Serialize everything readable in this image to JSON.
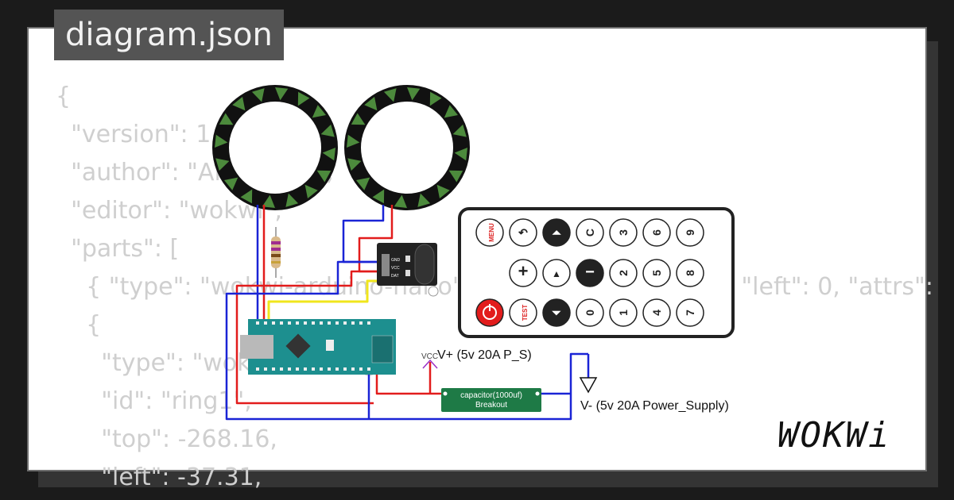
{
  "header": {
    "title": "diagram.json"
  },
  "code_lines": [
    "{",
    "  \"version\": 1,",
    "  \"author\": \"Ali Rashid\",",
    "  \"editor\": \"wokwi\",",
    "  \"parts\": [",
    "    { \"type\": \"wokwi-arduino-nano\", \"id\": \"nano\", \"top\": 0, \"left\": 0, \"attrs\":",
    "    {",
    "      \"type\": \"wokwi-led-ring\",",
    "      \"id\": \"ring1\",",
    "      \"top\": -268.16,",
    "      \"left\": -37.31,"
  ],
  "labels": {
    "vcc_small": "VCC",
    "vcc_text": "V+ (5v 20A P_S)",
    "gnd_text": "V- (5v 20A Power_Supply)",
    "capacitor_line1": "capacitor(1000uf)",
    "capacitor_line2": "Breakout",
    "ir_gnd": "GND",
    "ir_vcc": "VCC",
    "ir_dat": "DAT"
  },
  "remote": {
    "keys": {
      "menu": "MENU",
      "test": "TEST",
      "plus": "+",
      "minus": "−",
      "play": "▲",
      "c": "C",
      "k0": "0",
      "k1": "1",
      "k2": "2",
      "k3": "3",
      "k4": "4",
      "k5": "5",
      "k6": "6",
      "k7": "7",
      "k8": "8",
      "k9": "9"
    }
  },
  "brand": {
    "logo": "WOKWi"
  },
  "colors": {
    "wire_red": "#e21c1c",
    "wire_blue": "#1a24d6",
    "wire_yellow": "#f0e61c",
    "pcb": "#1d8f8f",
    "ring_led": "#4c8a3c",
    "gnd_symbol": "#111111",
    "vcc_symbol": "#9b30c8"
  }
}
